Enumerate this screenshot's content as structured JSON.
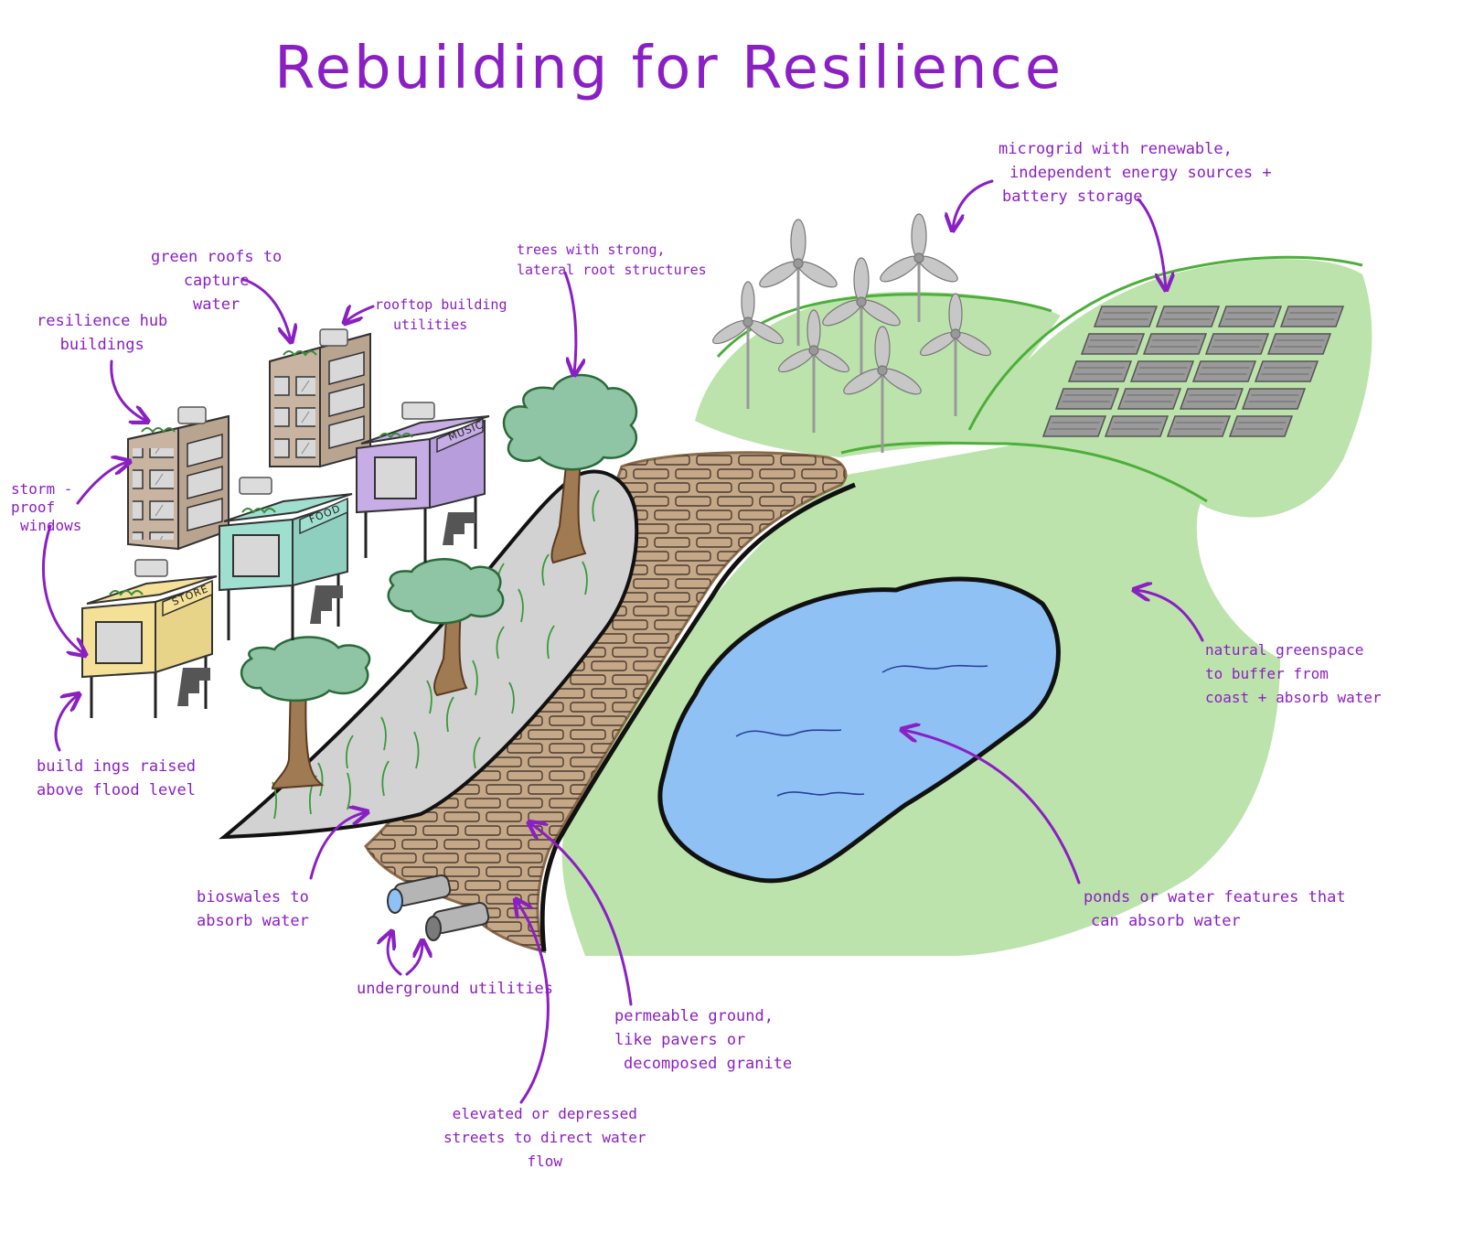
{
  "title": "Rebuilding for Resilience",
  "building_signs": {
    "music": "MUSIC",
    "food": "FOOD",
    "store": "STORE"
  },
  "annotations": {
    "microgrid": [
      "microgrid with renewable,",
      "independent energy sources +",
      "battery storage"
    ],
    "green_roofs": [
      "green roofs to",
      "capture",
      "water"
    ],
    "rooftop_utilities": [
      "rooftop building",
      "utilities"
    ],
    "trees": [
      "trees with strong,",
      "lateral root structures"
    ],
    "hub_buildings": [
      "resilience hub",
      "buildings"
    ],
    "storm_windows": [
      "storm -",
      "proof",
      "windows"
    ],
    "raised_buildings": [
      "build ings raised",
      "above flood level"
    ],
    "greenspace": [
      "natural greenspace",
      "to buffer from",
      "coast + absorb water"
    ],
    "bioswales": [
      "bioswales to",
      "absorb water"
    ],
    "ponds": [
      "ponds or water features that",
      "can absorb water"
    ],
    "underground": [
      "underground utilities"
    ],
    "permeable": [
      "permeable ground,",
      "like pavers or",
      "decomposed granite"
    ],
    "streets": [
      "elevated or depressed",
      "streets to direct water",
      "flow"
    ]
  },
  "colors": {
    "annotation": "#8a1fc4",
    "greenspace": "#bde3ac",
    "hill_outline": "#4caf3a",
    "pond": "#8fc1f5",
    "pavers": "#c4a888",
    "bioswale": "#d2d2d2",
    "tree_canopy": "#8fc4a4",
    "trunk": "#a07a52",
    "building_brown": "#c8b4a0",
    "building_purple": "#c6ade6",
    "building_teal": "#9fdfd0",
    "building_yellow": "#f4e096"
  }
}
